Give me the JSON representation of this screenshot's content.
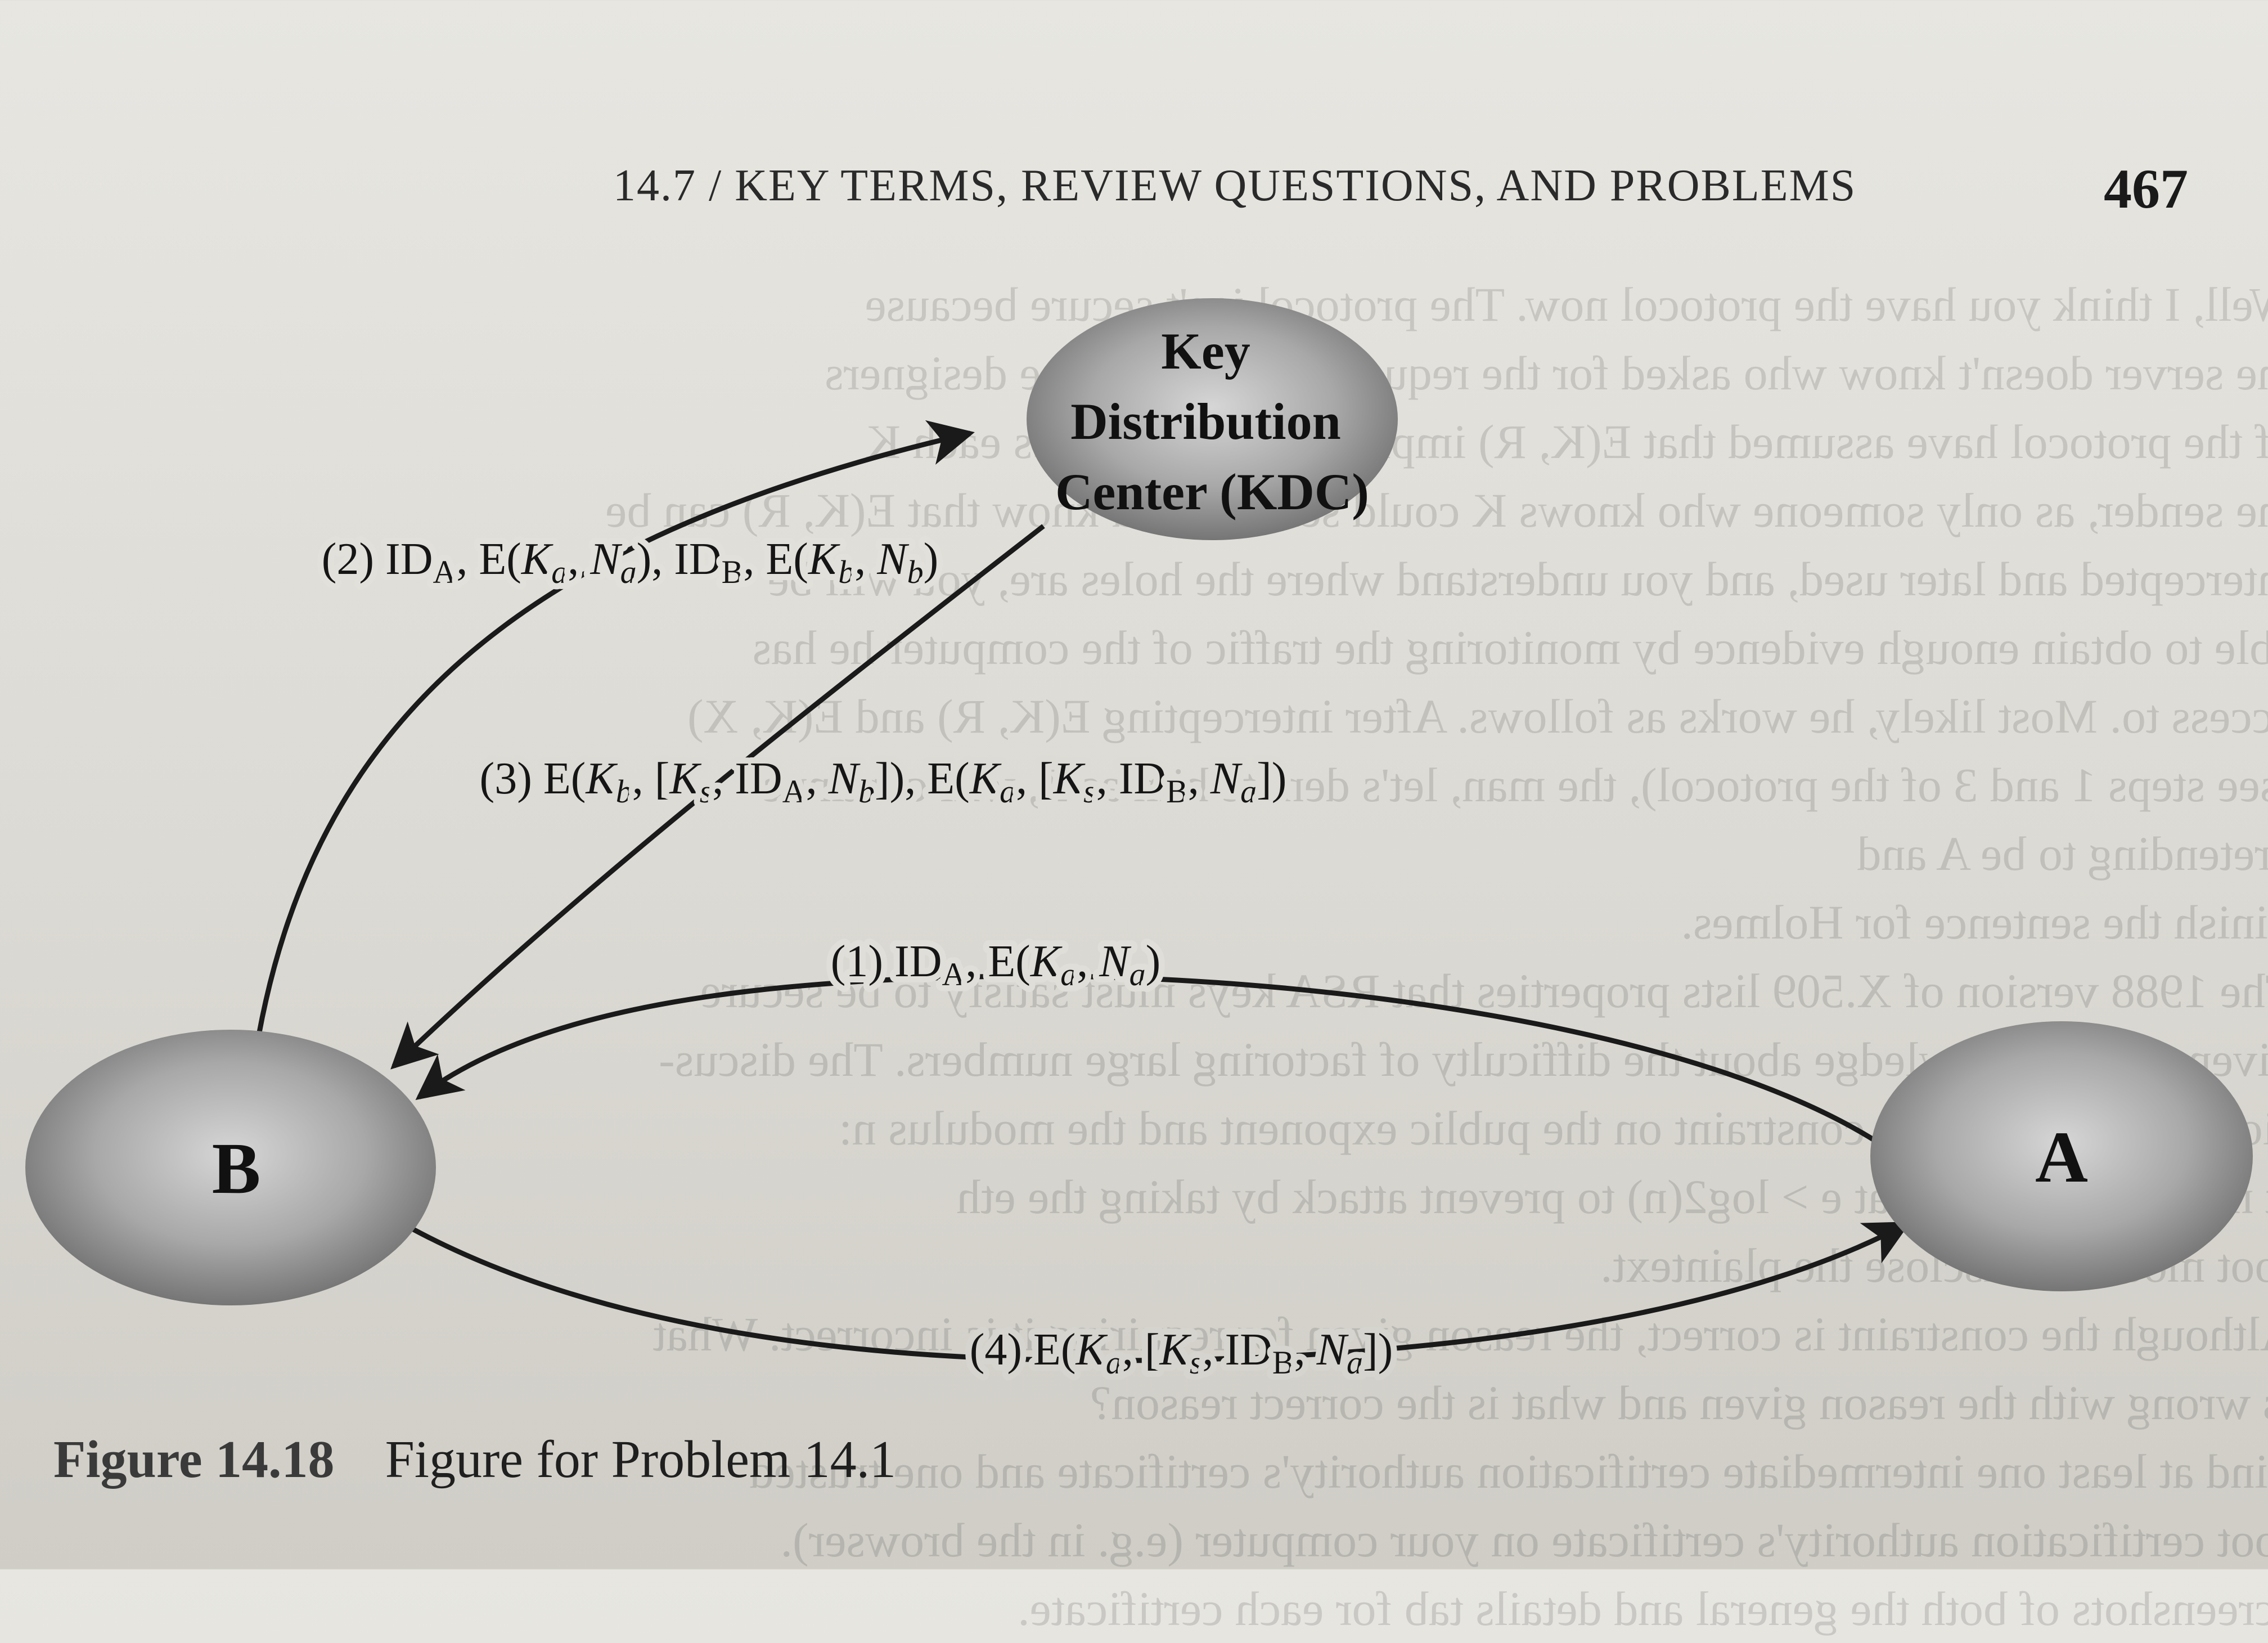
{
  "header": {
    "title": "14.7 / KEY TERMS, REVIEW QUESTIONS, AND PROBLEMS",
    "page_number": "467"
  },
  "diagram": {
    "nodes": {
      "kdc": {
        "lines": [
          "Key",
          "Distribution",
          "Center (KDC)"
        ]
      },
      "b": {
        "label": "B"
      },
      "a": {
        "label": "A"
      }
    },
    "messages": {
      "m1": {
        "parts": [
          {
            "t": "(1) ID"
          },
          {
            "t": "A",
            "sub": true
          },
          {
            "t": ", E("
          },
          {
            "t": "K",
            "it": true
          },
          {
            "t": "a",
            "sub": true,
            "it": true
          },
          {
            "t": ", "
          },
          {
            "t": "N",
            "it": true
          },
          {
            "t": "a",
            "sub": true,
            "it": true
          },
          {
            "t": ")"
          }
        ]
      },
      "m2": {
        "parts": [
          {
            "t": "(2) ID"
          },
          {
            "t": "A",
            "sub": true
          },
          {
            "t": ", E("
          },
          {
            "t": "K",
            "it": true
          },
          {
            "t": "a",
            "sub": true,
            "it": true
          },
          {
            "t": ", "
          },
          {
            "t": "N",
            "it": true
          },
          {
            "t": "a",
            "sub": true,
            "it": true
          },
          {
            "t": "), ID"
          },
          {
            "t": "B",
            "sub": true
          },
          {
            "t": ", E("
          },
          {
            "t": "K",
            "it": true
          },
          {
            "t": "b",
            "sub": true,
            "it": true
          },
          {
            "t": ", "
          },
          {
            "t": "N",
            "it": true
          },
          {
            "t": "b",
            "sub": true,
            "it": true
          },
          {
            "t": ")"
          }
        ]
      },
      "m3": {
        "parts": [
          {
            "t": "(3) E("
          },
          {
            "t": "K",
            "it": true
          },
          {
            "t": "b",
            "sub": true,
            "it": true
          },
          {
            "t": ", ["
          },
          {
            "t": "K",
            "it": true
          },
          {
            "t": "s",
            "sub": true,
            "it": true
          },
          {
            "t": ", ID"
          },
          {
            "t": "A",
            "sub": true
          },
          {
            "t": ", "
          },
          {
            "t": "N",
            "it": true
          },
          {
            "t": "b",
            "sub": true,
            "it": true
          },
          {
            "t": "]), E("
          },
          {
            "t": "K",
            "it": true
          },
          {
            "t": "a",
            "sub": true,
            "it": true
          },
          {
            "t": ", ["
          },
          {
            "t": "K",
            "it": true
          },
          {
            "t": "s",
            "sub": true,
            "it": true
          },
          {
            "t": ", ID"
          },
          {
            "t": "B",
            "sub": true
          },
          {
            "t": ", "
          },
          {
            "t": "N",
            "it": true
          },
          {
            "t": "a",
            "sub": true,
            "it": true
          },
          {
            "t": "])"
          }
        ]
      },
      "m4": {
        "parts": [
          {
            "t": "(4) E("
          },
          {
            "t": "K",
            "it": true
          },
          {
            "t": "a",
            "sub": true,
            "it": true
          },
          {
            "t": ", ["
          },
          {
            "t": "K",
            "it": true
          },
          {
            "t": "s",
            "sub": true,
            "it": true
          },
          {
            "t": ", ID"
          },
          {
            "t": "B",
            "sub": true
          },
          {
            "t": ", "
          },
          {
            "t": "N",
            "it": true
          },
          {
            "t": "a",
            "sub": true,
            "it": true
          },
          {
            "t": "])"
          }
        ]
      }
    }
  },
  "caption": {
    "label": "Figure 14.18",
    "text": "Figure for Problem 14.1"
  },
  "colors": {
    "ink": "#1a1a1a",
    "node_light": "#d4d4d4",
    "node_dark": "#6e6e6e",
    "paper": "#e2e0da"
  }
}
